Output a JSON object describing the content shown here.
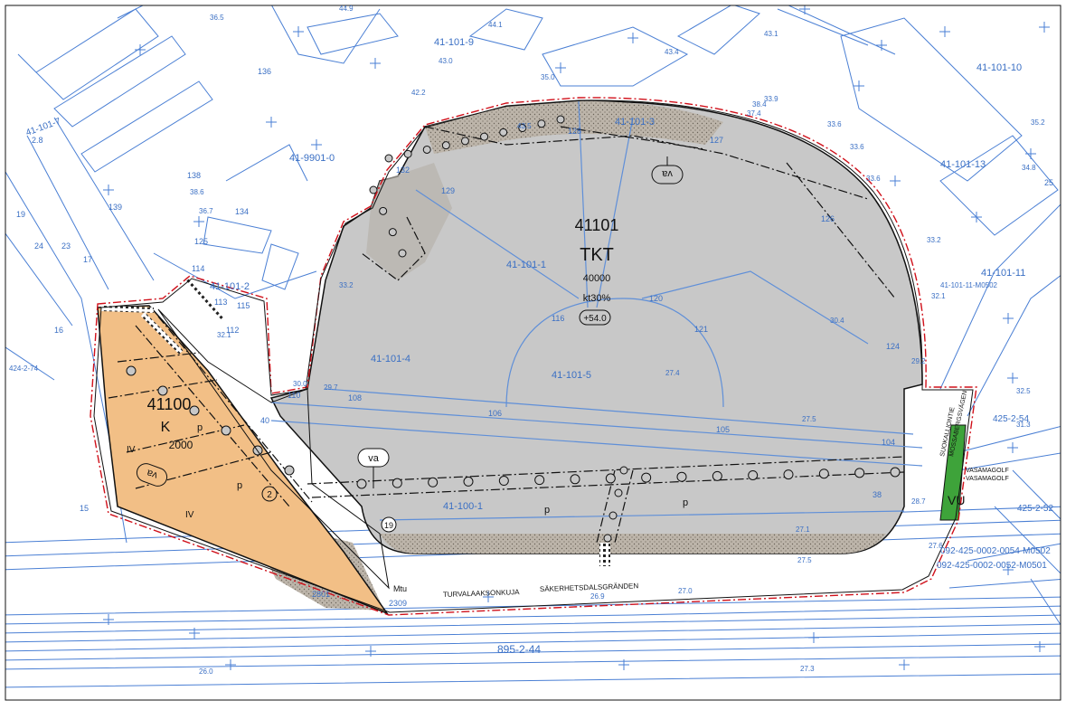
{
  "colors": {
    "base_line": "#4a7fd4",
    "tkt_fill": "#c8c8c8",
    "k_fill": "#f2bf86",
    "vu_fill": "#3ea33a",
    "boundary_red": "#d0101a",
    "dotted_fill": "#b3aba0"
  },
  "blocks": {
    "tkt": {
      "number": "41101",
      "code": "TKT",
      "area": "40000",
      "ratio": "kt30%",
      "height": "+54.0"
    },
    "k": {
      "number": "41100",
      "code": "K",
      "area": "2000",
      "floors_a": "IV",
      "floors_b": "IV",
      "parking_a": "p",
      "parking_b": "p",
      "circle_num": "2"
    },
    "vu": {
      "code": "VU"
    }
  },
  "markers": {
    "va1": "va",
    "va2": "va",
    "va3": "va",
    "circle19": "19",
    "parking_c": "p",
    "parking_d": "p"
  },
  "street_names": {
    "south_fi": "TURVALAAKSONKUJA",
    "south_sv": "SÄKERHETSDALSGRÄNDEN",
    "east_fi": "SUOKALLIONTIE",
    "east_sv": "MOSSABERGSVÄGEN",
    "golf_fi": "VASAMAGOLF",
    "golf_sv": "VASAMAGOLF",
    "road_mtu": "Mtu"
  },
  "parcel_labels": [
    {
      "id": "p1",
      "text": "41-101-9"
    },
    {
      "id": "p2",
      "text": "41-101-3"
    },
    {
      "id": "p3",
      "text": "41-101-10"
    },
    {
      "id": "p4",
      "text": "41-101-13"
    },
    {
      "id": "p5",
      "text": "41-9901-0"
    },
    {
      "id": "p6",
      "text": "41-101-2"
    },
    {
      "id": "p7",
      "text": "41-101-1"
    },
    {
      "id": "p8",
      "text": "41-101-4"
    },
    {
      "id": "p9",
      "text": "41-101-5"
    },
    {
      "id": "p10",
      "text": "41-100-1"
    },
    {
      "id": "p11",
      "text": "41-101-11"
    },
    {
      "id": "p12",
      "text": "41-101-11-M0502"
    },
    {
      "id": "p13",
      "text": "425-2-54"
    },
    {
      "id": "p14",
      "text": "425-2-52"
    },
    {
      "id": "p15",
      "text": "092-425-0002-0054-M0502"
    },
    {
      "id": "p16",
      "text": "092-425-0002-0052-M0501"
    },
    {
      "id": "p17",
      "text": "895-2-44"
    },
    {
      "id": "p18",
      "text": "424-2-74"
    },
    {
      "id": "p19",
      "text": "41-101-7"
    }
  ],
  "elevations": [
    {
      "id": "e1",
      "text": "44.9"
    },
    {
      "id": "e2",
      "text": "44.1"
    },
    {
      "id": "e3",
      "text": "43.1"
    },
    {
      "id": "e4",
      "text": "43.0"
    },
    {
      "id": "e5",
      "text": "43.4"
    },
    {
      "id": "e6",
      "text": "42.2"
    },
    {
      "id": "e7",
      "text": "36.5"
    },
    {
      "id": "e8",
      "text": "35.0"
    },
    {
      "id": "e9",
      "text": "33.9"
    },
    {
      "id": "e10",
      "text": "33.6"
    },
    {
      "id": "e11",
      "text": "33.2"
    },
    {
      "id": "e12",
      "text": "32.1"
    },
    {
      "id": "e13",
      "text": "30.4"
    },
    {
      "id": "e14",
      "text": "29.2"
    },
    {
      "id": "e15",
      "text": "27.4"
    },
    {
      "id": "e16",
      "text": "27.5"
    },
    {
      "id": "e17",
      "text": "26.9"
    },
    {
      "id": "e18",
      "text": "27.0"
    },
    {
      "id": "e19",
      "text": "27.6"
    },
    {
      "id": "e20",
      "text": "28.7"
    },
    {
      "id": "e21",
      "text": "26.0"
    },
    {
      "id": "e22",
      "text": "27.3"
    },
    {
      "id": "e23",
      "text": "31.3"
    },
    {
      "id": "e24",
      "text": "32.5"
    },
    {
      "id": "e25",
      "text": "34.8"
    },
    {
      "id": "e26",
      "text": "35.2"
    },
    {
      "id": "e27",
      "text": "33.6"
    },
    {
      "id": "e28",
      "text": "30.0"
    },
    {
      "id": "e29",
      "text": "29.7"
    },
    {
      "id": "e30",
      "text": "32.1"
    },
    {
      "id": "e31",
      "text": "33.2"
    },
    {
      "id": "e32",
      "text": "36.7"
    },
    {
      "id": "e33",
      "text": "38.6"
    },
    {
      "id": "e34",
      "text": "43.5"
    },
    {
      "id": "e35",
      "text": "38.4"
    },
    {
      "id": "e36",
      "text": "37.4"
    },
    {
      "id": "e37",
      "text": "33.6"
    },
    {
      "id": "e38",
      "text": "27.1"
    },
    {
      "id": "e39",
      "text": "27.5"
    }
  ],
  "numbers": [
    {
      "id": "n1",
      "text": "136"
    },
    {
      "id": "n2",
      "text": "138"
    },
    {
      "id": "n3",
      "text": "139"
    },
    {
      "id": "n4",
      "text": "134"
    },
    {
      "id": "n5",
      "text": "125"
    },
    {
      "id": "n6",
      "text": "114"
    },
    {
      "id": "n7",
      "text": "113"
    },
    {
      "id": "n8",
      "text": "112"
    },
    {
      "id": "n9",
      "text": "115"
    },
    {
      "id": "n10",
      "text": "110"
    },
    {
      "id": "n11",
      "text": "108"
    },
    {
      "id": "n12",
      "text": "106"
    },
    {
      "id": "n13",
      "text": "105"
    },
    {
      "id": "n14",
      "text": "104"
    },
    {
      "id": "n15",
      "text": "116"
    },
    {
      "id": "n16",
      "text": "120"
    },
    {
      "id": "n17",
      "text": "121"
    },
    {
      "id": "n18",
      "text": "124"
    },
    {
      "id": "n19",
      "text": "126"
    },
    {
      "id": "n20",
      "text": "127"
    },
    {
      "id": "n21",
      "text": "128"
    },
    {
      "id": "n22",
      "text": "129"
    },
    {
      "id": "n23",
      "text": "132"
    },
    {
      "id": "n24",
      "text": "40"
    },
    {
      "id": "n25",
      "text": "38"
    },
    {
      "id": "n26",
      "text": "19"
    },
    {
      "id": "n27",
      "text": "24"
    },
    {
      "id": "n28",
      "text": "23"
    },
    {
      "id": "n29",
      "text": "17"
    },
    {
      "id": "n30",
      "text": "16"
    },
    {
      "id": "n31",
      "text": "15"
    },
    {
      "id": "n32",
      "text": "2309"
    },
    {
      "id": "n33",
      "text": "2801"
    },
    {
      "id": "n34",
      "text": "25"
    },
    {
      "id": "n35",
      "text": "2.8"
    }
  ]
}
